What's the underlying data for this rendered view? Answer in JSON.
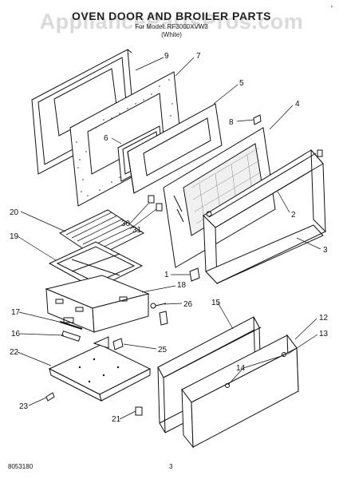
{
  "watermark": "AppliancePartsPros.com",
  "header": {
    "title": "OVEN DOOR AND BROILER PARTS",
    "model_line": "For Model: RF3000XVW3",
    "color_line": "(White)",
    "corner_mark": "'"
  },
  "footer": {
    "doc_number": "8053180",
    "page_number": "3"
  },
  "callouts": {
    "c9": "9",
    "c7": "7",
    "c5": "5",
    "c6": "6",
    "c8": "8",
    "c4": "4",
    "c2": "2",
    "c3": "3",
    "c20": "20",
    "c19": "19",
    "c30": "30",
    "c31": "31",
    "c1": "1",
    "c18": "18",
    "c26": "26",
    "c17": "17",
    "c16": "16",
    "c25": "25",
    "c22": "22",
    "c15": "15",
    "c12": "12",
    "c13": "13",
    "c14": "14",
    "c23": "23",
    "c21": "21"
  }
}
